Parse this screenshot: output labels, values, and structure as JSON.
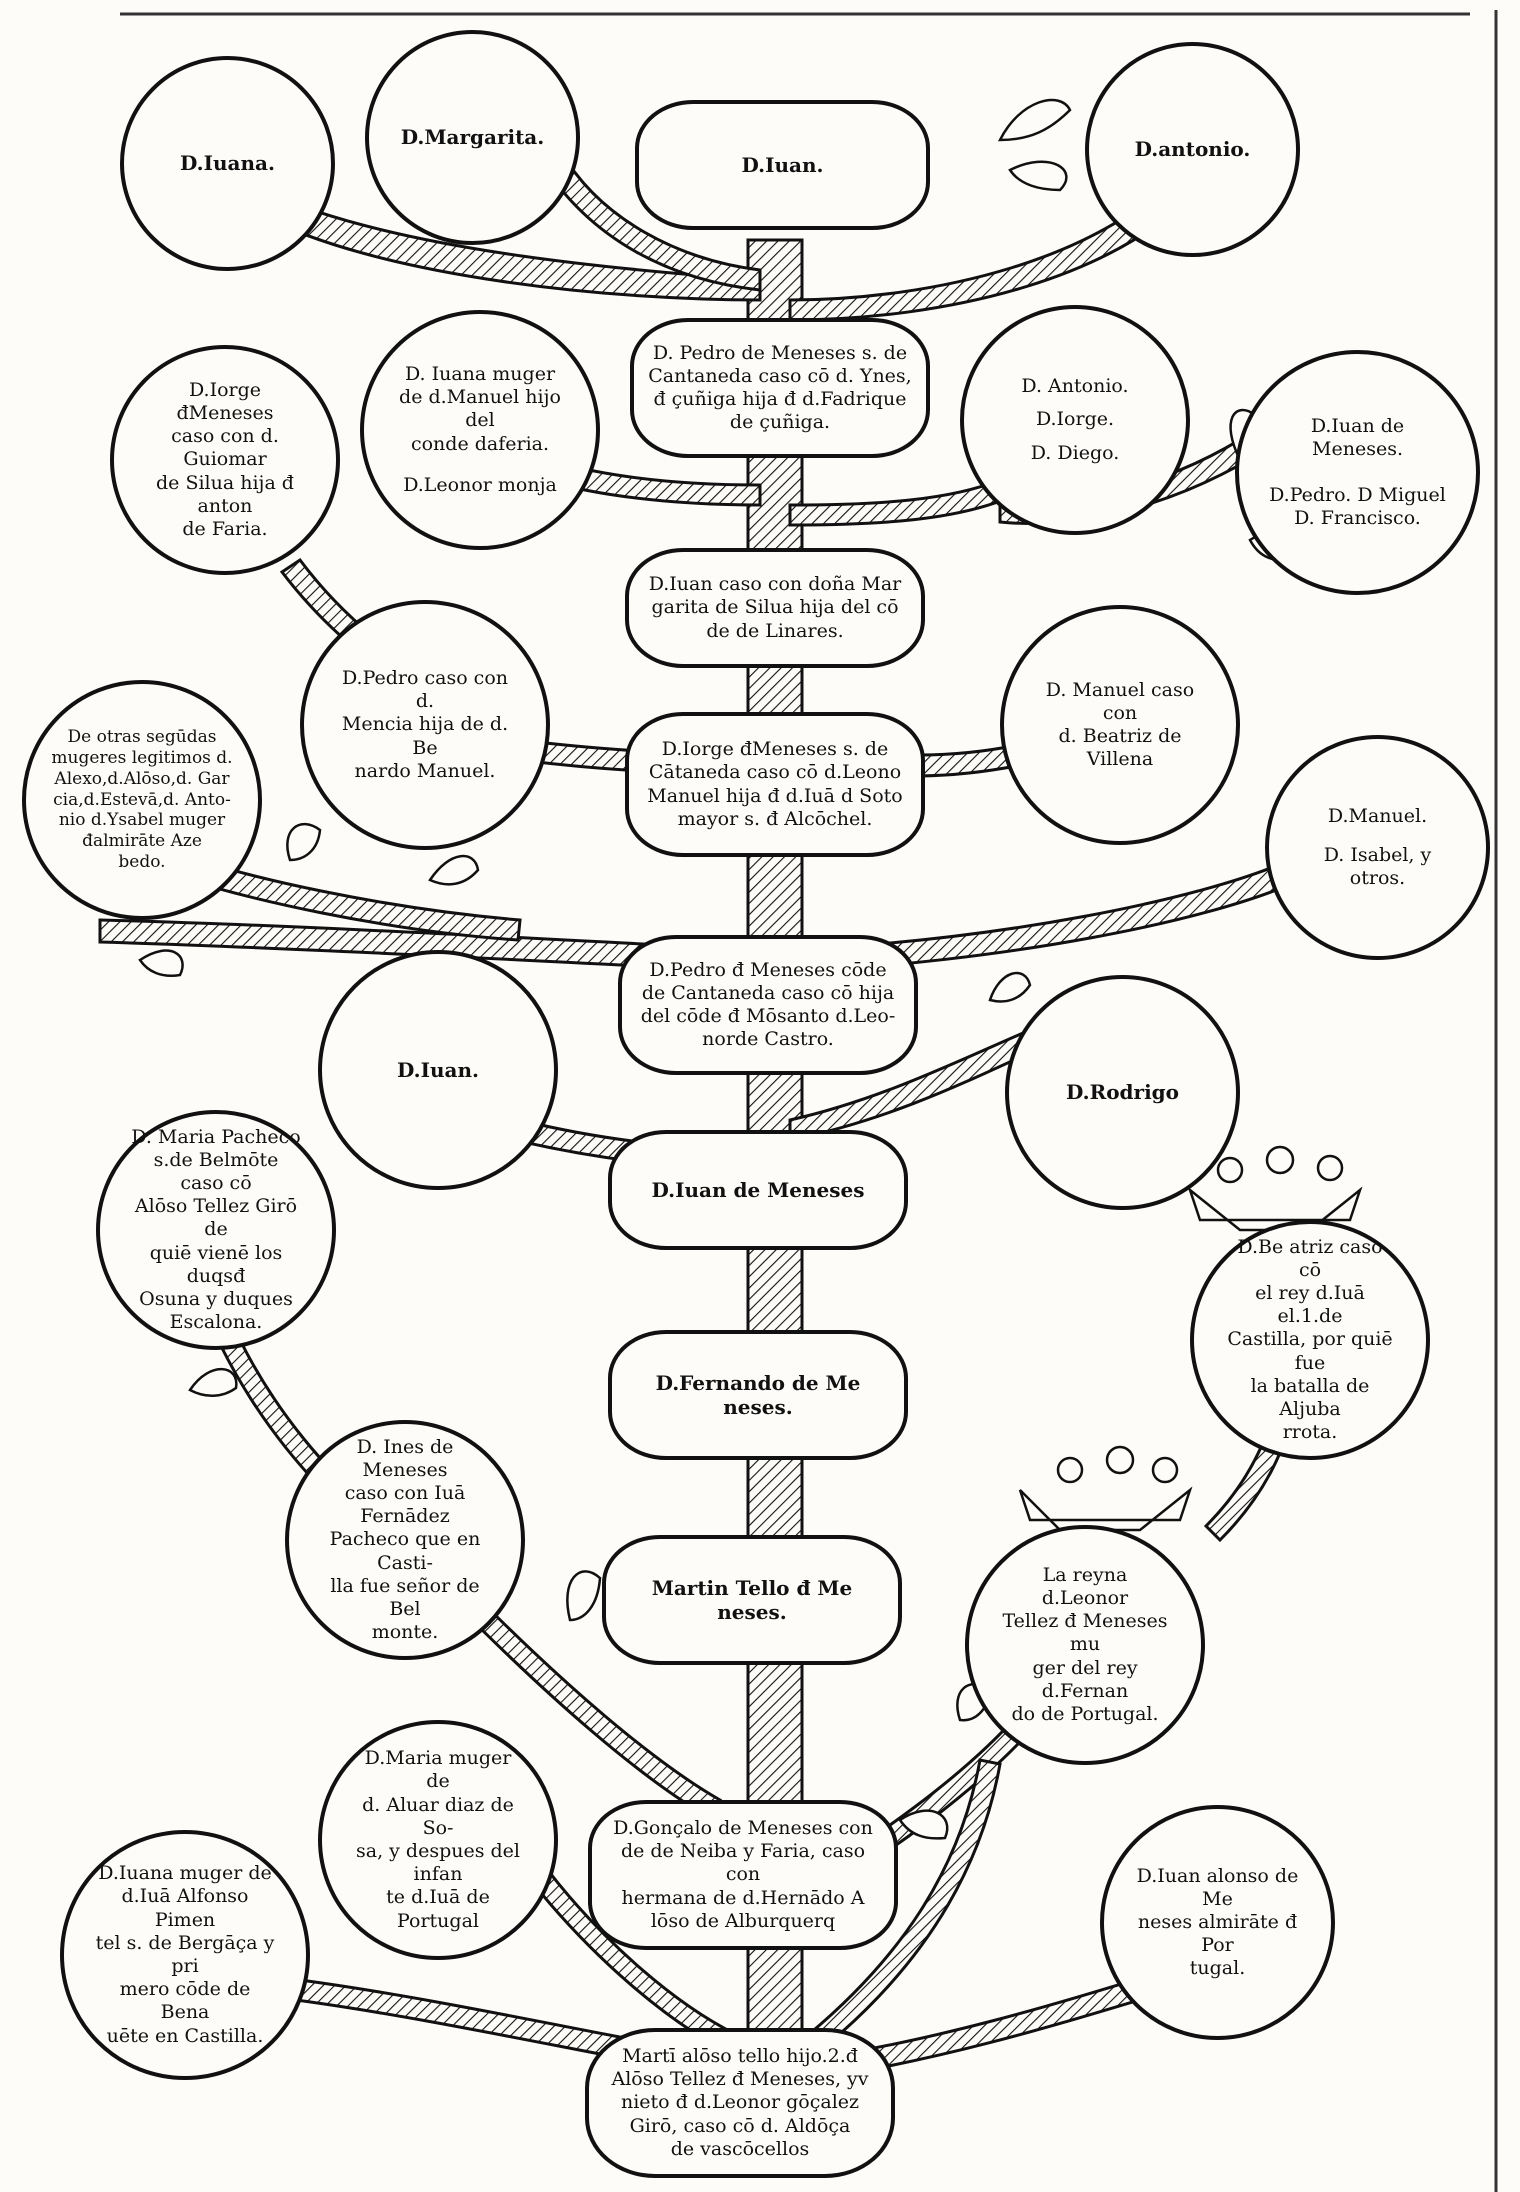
{
  "colors": {
    "ink": "#111111",
    "paper": "#fdfcf9"
  },
  "nodes": {
    "juana_top": "D.Iuana.",
    "margarita": "D.Margarita.",
    "juan_top": "D.Iuan.",
    "antonio_top": "D.antonio.",
    "pedro_cantaneda_1": "D. Pedro de Meneses s. de\nCantaneda caso cō d. Ynes,\nđ çuñiga hija đ d.Fadrique\nde çuñiga.",
    "jorge_meneses_guiomar": "D.Iorge đMeneses\ncaso con d. Guiomar\nde Silua hija đ anton\nde Faria.",
    "juana_muger_manuel": "D. Iuana muger\nde d.Manuel hijo del\nconde daferia.",
    "leonor_monja": "D.Leonor monja",
    "antonio_jorge_diego": [
      "D. Antonio.",
      "D.Iorge.",
      "D. Diego."
    ],
    "juan_meneses_pedro_miguel": "D.Iuan de Meneses.\n\nD.Pedro.  D Miguel\nD. Francisco.",
    "juan_margarita_silua": "D.Iuan caso con doña Mar\ngarita de Silua hija del cō\nde de Linares.",
    "otras_mugeres": "De otras segūdas\nmugeres legitimos d.\nAlexo,d.Alōso,d. Gar\ncia,d.Estevā,d. Anto-\nnio d.Ysabel muger\nđalmirāte Aze\nbedo.",
    "pedro_mencia": "D.Pedro caso con d.\nMencia hija de d. Be\nnardo Manuel.",
    "manuel_beatriz": "D. Manuel caso con\nd. Beatriz de Villena",
    "jorge_cantaneda": "D.Iorge đMeneses s. de\nCātaneda caso cō d.Leono\nManuel hija đ d.Iuā d Soto\nmayor s. đ Alcōchel.",
    "manuel_isabel": [
      "D.Manuel.",
      "D. Isabel, y otros."
    ],
    "pedro_cantaneda_2": "D.Pedro đ Meneses cōde\nde Cantaneda caso cō hija\ndel cōde đ Mōsanto d.Leo-\nnorde Castro.",
    "juan_left": "D.Iuan.",
    "rodrigo": "D.Rodrigo",
    "juan_meneses_center": "D.Iuan de Meneses",
    "maria_pacheco": "D. Maria Pacheco\ns.de Belmōte caso cō\nAlōso Tellez Girō de\nquiē vienē los duqsđ\nOsuna y duques\nEscalona.",
    "beatriz_rey": "D.Be atriz caso cō\nel rey d.Iuā el.1.de\nCastilla, por quiē fue\nla batalla de Aljuba\nrrota.",
    "fernando_meneses": "D.Fernando de Me\nneses.",
    "ines_meneses": "D. Ines de Meneses\ncaso con Iuā Fernādez\nPacheco que en Casti-\nlla fue señor de Bel\nmonte.",
    "martin_tello": "Martin Tello đ Me\nneses.",
    "leonor_reyna": "La reyna d.Leonor\nTellez đ Meneses mu\nger del rey d.Fernan\ndo de Portugal.",
    "maria_alvar": "D.Maria muger de\nd. Aluar diaz de So-\nsa, y despues del infan\nte d.Iuā de Portugal",
    "goncalo_meneses": "D.Gonçalo de Meneses con\nde de Neiba y Faria, caso con\nhermana de d.Hernādo A\nlōso de Alburquerq",
    "juan_alonso_almirante": "D.Iuan alonso de Me\nneses almirāte đ Por\ntugal.",
    "juana_alfonso": "D.Iuana muger de\nd.Iuā Alfonso Pimen\ntel s. de Bergāça y pri\nmero cōde de Bena\nuēte en Castilla.",
    "marti_root": "Martī alōso tello hijo.2.đ\nAlōso Tellez đ Meneses, yv\nnieto đ d.Leonor gōçalez\nGirō, caso cō d. Aldōça\nde vascōcellos"
  }
}
